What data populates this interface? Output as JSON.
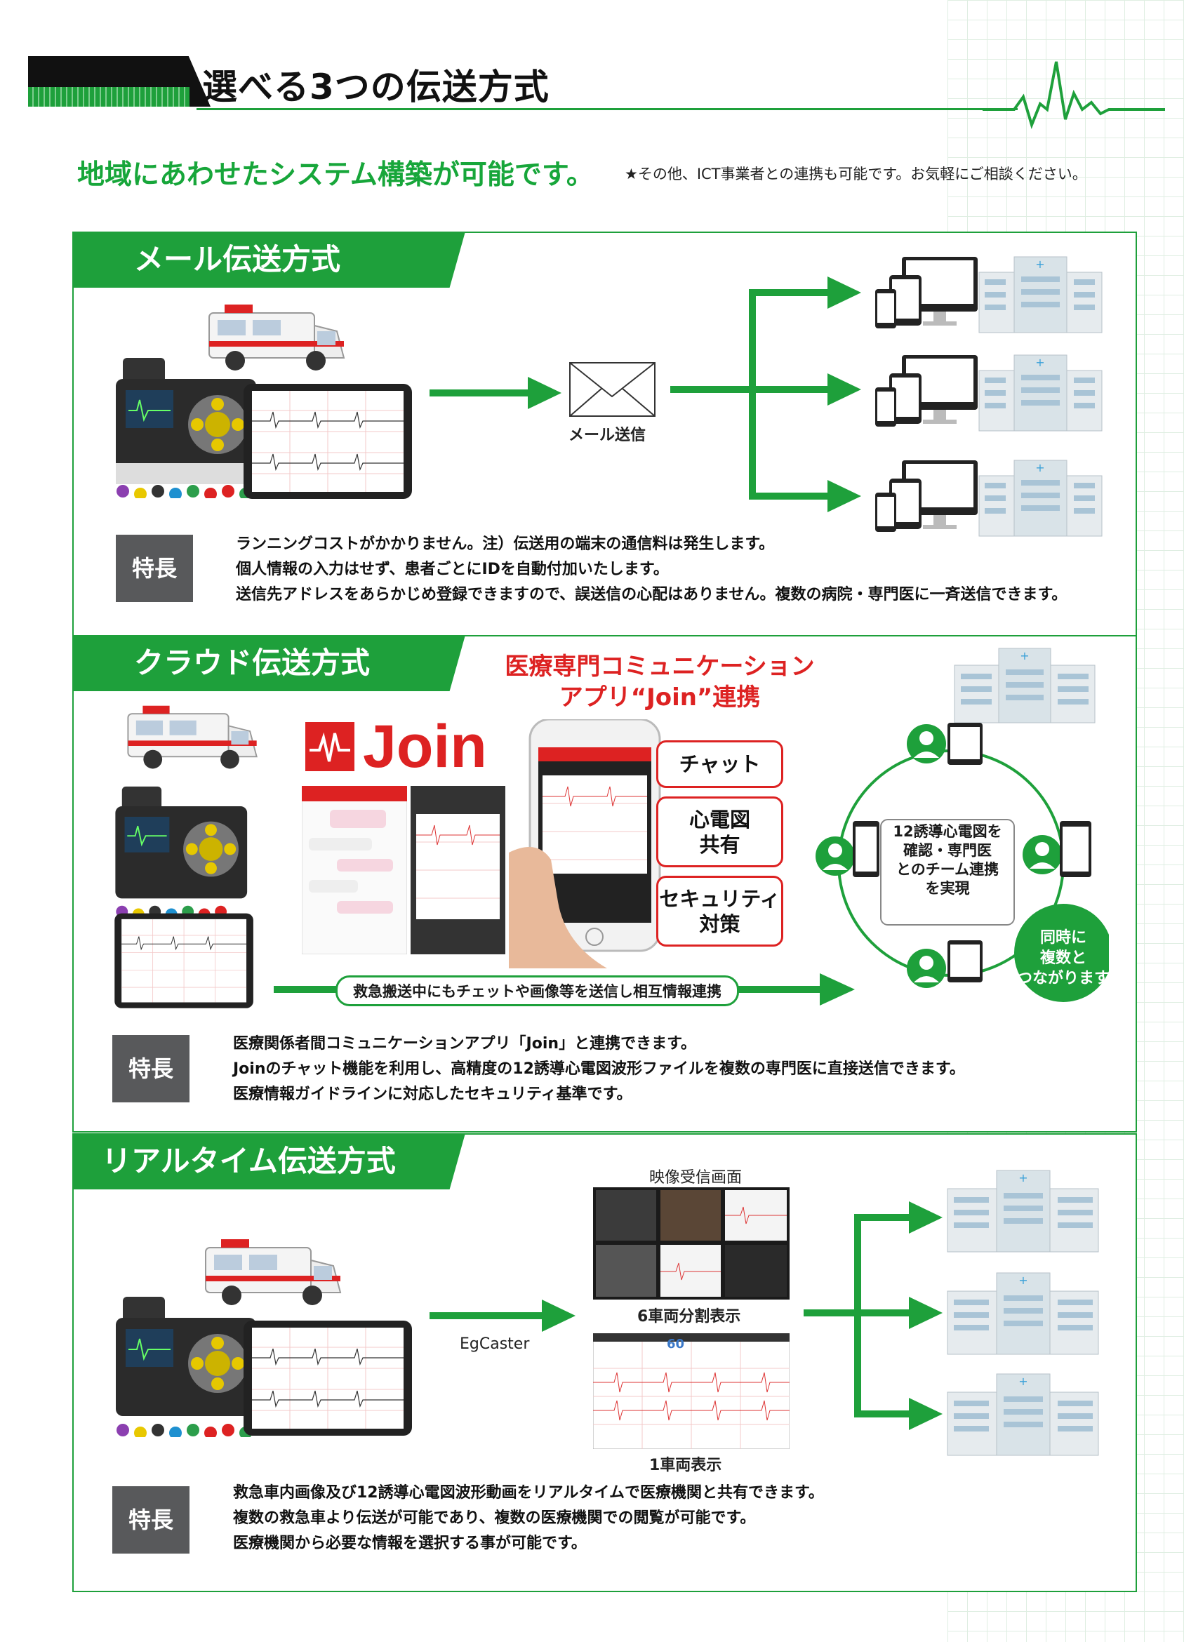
{
  "header": {
    "title": "選べる3つの伝送方式",
    "subtitle": "地域にあわせたシステム構築が可能です。",
    "note": "★その他、ICT事業者との連携も可能です。お気軽にご相談ください。"
  },
  "colors": {
    "accent": "#1ea03b",
    "red": "#d22222",
    "gray": "#58595b"
  },
  "mail": {
    "title": "メール伝送方式",
    "envelope_label": "メール送信",
    "feature_badge": "特長",
    "features": [
      "ランニングコストがかかりません。注）伝送用の端末の通信料は発生します。",
      "個人情報の入力はせず、患者ごとにIDを自動付加いたします。",
      "送信先アドレスをあらかじめ登録できますので、誤送信の心配はありません。複数の病院・専門医に一斉送信できます。"
    ]
  },
  "cloud": {
    "title": "クラウド伝送方式",
    "join_heading_line1": "医療専門コミュニケーション",
    "join_heading_line2": "アプリ“Join”連携",
    "join_logo": "Join",
    "pills": [
      {
        "line1": "チャット",
        "line2": ""
      },
      {
        "line1": "心電図",
        "line2": "共有"
      },
      {
        "line1": "セキュリティ",
        "line2": "対策"
      }
    ],
    "center_text": [
      "12誘導心電図を",
      "確認・専門医",
      "とのチーム連携",
      "を実現"
    ],
    "green_circle": [
      "同時に",
      "複数と",
      "つながります"
    ],
    "arrow_label": "救急搬送中にもチェットや画像等を送信し相互情報連携",
    "feature_badge": "特長",
    "features": [
      "医療関係者間コミュニケーションアプリ「Join」と連携できます。",
      "Joinのチャット機能を利用し、高精度の12誘導心電図波形ファイルを複数の専門医に直接送信できます。",
      "医療情報ガイドラインに対応したセキュリティ基準です。"
    ]
  },
  "realtime": {
    "title": "リアルタイム伝送方式",
    "screen_label": "映像受信画面",
    "six_label": "6車両分割表示",
    "one_label": "1車両表示",
    "caster_label": "EgCaster",
    "hr_value": "60",
    "feature_badge": "特長",
    "features": [
      "救急車内画像及び12誘導心電図波形動画をリアルタイムで医療機関と共有できます。",
      "複数の救急車より伝送が可能であり、複数の医療機関での閲覧が可能です。",
      "医療機関から必要な情報を選択する事が可能です。"
    ]
  }
}
